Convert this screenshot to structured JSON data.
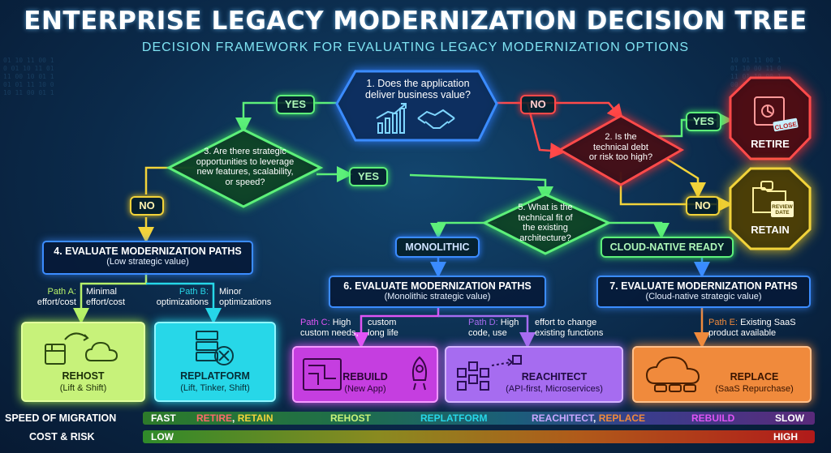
{
  "title": "ENTERPRISE LEGACY MODERNIZATION DECISION TREE",
  "subtitle": "DECISION FRAMEWORK FOR EVALUATING LEGACY MODERNIZATION OPTIONS",
  "q1": {
    "line1": "1. Does the application",
    "line2": "deliver business value?"
  },
  "q2": {
    "line1": "2. Is the",
    "line2": "technical debt",
    "line3": "or risk too high?"
  },
  "q3": {
    "line1": "3. Are there strategic",
    "line2": "opportunities to leverage",
    "line3": "new features, scalability,",
    "line4": "or speed?"
  },
  "q5": {
    "line1": "5. What is the",
    "line2": "technical fit of",
    "line3": "the existing",
    "line4": "architecture?"
  },
  "labels": {
    "yes_q1": "YES",
    "no_q1": "NO",
    "yes_q2": "YES",
    "no_q2": "NO",
    "no_q3": "NO",
    "yes_q3": "YES",
    "monolithic": "MONOLITHIC",
    "cloud_native": "CLOUD-NATIVE READY"
  },
  "retire": {
    "name": "RETIRE",
    "stamp": "CLOSE"
  },
  "retain": {
    "name": "RETAIN",
    "stamp1": "REVIEW",
    "stamp2": "DATE"
  },
  "eval4": {
    "title": "4. EVALUATE MODERNIZATION PATHS",
    "sub": "(Low strategic value)"
  },
  "eval6": {
    "title": "6. EVALUATE MODERNIZATION PATHS",
    "sub": "(Monolithic strategic value)"
  },
  "eval7": {
    "title": "7. EVALUATE MODERNIZATION PATHS",
    "sub": "(Cloud-native strategic value)"
  },
  "annotations": {
    "path_a_label": "Path A:",
    "path_a_text": "effort/cost",
    "path_a_right1": "Minimal",
    "path_a_right2": "effort/cost",
    "path_b_label": "Path B:",
    "path_b_text": "optimizations",
    "path_b_right1": "Minor",
    "path_b_right2": "optimizations",
    "path_c_label": "Path C:",
    "path_c_high": "High",
    "path_c_text": "custom needs,",
    "path_c_right1": "custom",
    "path_c_right2": "long life",
    "path_d_label": "Path D:",
    "path_d_high": "High",
    "path_d_text": "code, use",
    "path_d_right1": "effort to change",
    "path_d_right2": "existing functions",
    "path_e_label": "Path E:",
    "path_e_text1": "Existing SaaS",
    "path_e_text2": "product available"
  },
  "cards": {
    "rehost": {
      "name": "REHOST",
      "sub": "(Lift & Shift)"
    },
    "replatform": {
      "name": "REPLATFORM",
      "sub": "(Lift, Tinker, Shift)"
    },
    "rebuild": {
      "name": "REBUILD",
      "sub": "(New App)"
    },
    "reachitect": {
      "name": "REACHITECT",
      "sub": "(API-first, Microservices)"
    },
    "replace": {
      "name": "REPLACE",
      "sub": "(SaaS Repurchase)"
    }
  },
  "speed_bar": {
    "label": "SPEED OF MIGRATION",
    "fast": "FAST",
    "retire": "RETIRE",
    "comma": ",",
    "retain": "RETAIN",
    "rehost": "REHOST",
    "replatform": "REPLATFORM",
    "reachitect": "REACHITECT",
    "comma2": ",",
    "replace": "REPLACE",
    "rebuild": "REBUILD",
    "slow": "SLOW"
  },
  "cost_bar": {
    "label": "COST & RISK",
    "low": "LOW",
    "high": "HIGH"
  },
  "colors": {
    "green": "#5df07a",
    "red": "#ff4a4a",
    "yellow": "#f2d33a",
    "blue": "#3b8cff",
    "cyan": "#27d7e8",
    "lime": "#b7f26a",
    "magenta": "#e054f5",
    "purple": "#a66cf0",
    "orange": "#f08a3c"
  }
}
